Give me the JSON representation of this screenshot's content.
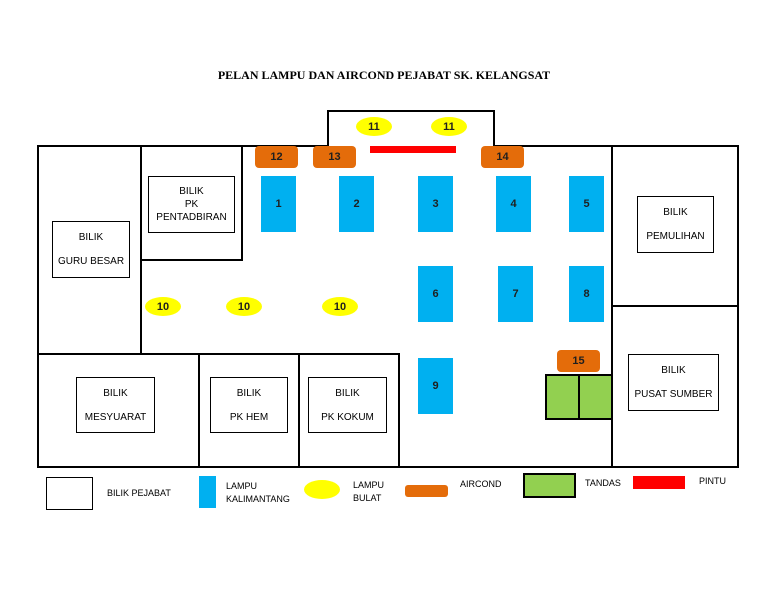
{
  "title": "PELAN LAMPU DAN AIRCOND PEJABAT SK. KELANGSAT",
  "rooms": {
    "guru_besar": [
      "BILIK",
      "GURU BESAR"
    ],
    "pk_pentadbiran": [
      "BILIK",
      "PK",
      "PENTADBIRAN"
    ],
    "pemulihan": [
      "BILIK",
      "PEMULIHAN"
    ],
    "mesyuarat": [
      "BILIK",
      "MESYUARAT"
    ],
    "pk_hem": [
      "BILIK",
      "PK HEM"
    ],
    "pk_kokum": [
      "BILIK",
      "PK KOKUM"
    ],
    "pusat_sumber": [
      "BILIK",
      "PUSAT SUMBER"
    ]
  },
  "lampu_kalimantang": [
    "1",
    "2",
    "3",
    "4",
    "5",
    "6",
    "7",
    "8",
    "9"
  ],
  "lampu_bulat": [
    "11",
    "11",
    "10",
    "10",
    "10"
  ],
  "aircond": [
    "12",
    "13",
    "14",
    "15"
  ],
  "legend": {
    "bilik_pejabat": "BILIK PEJABAT",
    "lampu_kalimantang": [
      "LAMPU",
      "KALIMANTANG"
    ],
    "lampu_bulat": [
      "LAMPU",
      "BULAT"
    ],
    "aircond": "AIRCOND",
    "tandas": "TANDAS",
    "pintu": "PINTU"
  },
  "colors": {
    "lampu_kalimantang": "#00b0f0",
    "lampu_bulat": "#ffff00",
    "aircond": "#e46c0a",
    "tandas": "#92d050",
    "pintu": "#ff0000"
  }
}
